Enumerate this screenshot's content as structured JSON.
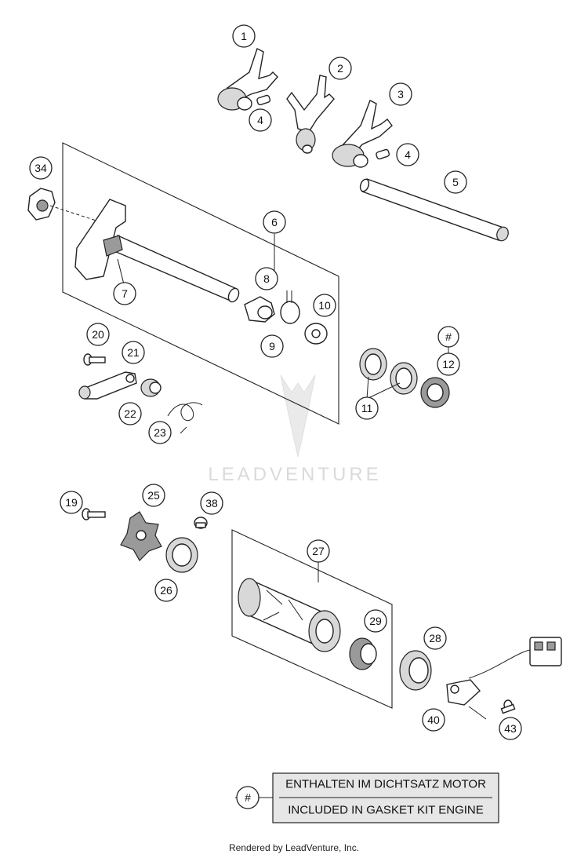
{
  "callouts": {
    "c1": "1",
    "c2": "2",
    "c3": "3",
    "c4a": "4",
    "c4b": "4",
    "c5": "5",
    "c6": "6",
    "c7": "7",
    "c8": "8",
    "c9": "9",
    "c10": "10",
    "c11": "11",
    "c12": "12",
    "chash": "#",
    "c19": "19",
    "c20": "20",
    "c21": "21",
    "c22": "22",
    "c23": "23",
    "c25": "25",
    "c26": "26",
    "c27": "27",
    "c28": "28",
    "c29": "29",
    "c34": "34",
    "c38": "38",
    "c40": "40",
    "c43": "43"
  },
  "watermark": "LEADVENTURE",
  "legend": {
    "symbol": "#",
    "line1": "ENTHALTEN IM DICHTSATZ MOTOR",
    "line2": "INCLUDED IN GASKET KIT ENGINE"
  },
  "footer": "Rendered by LeadVenture, Inc."
}
